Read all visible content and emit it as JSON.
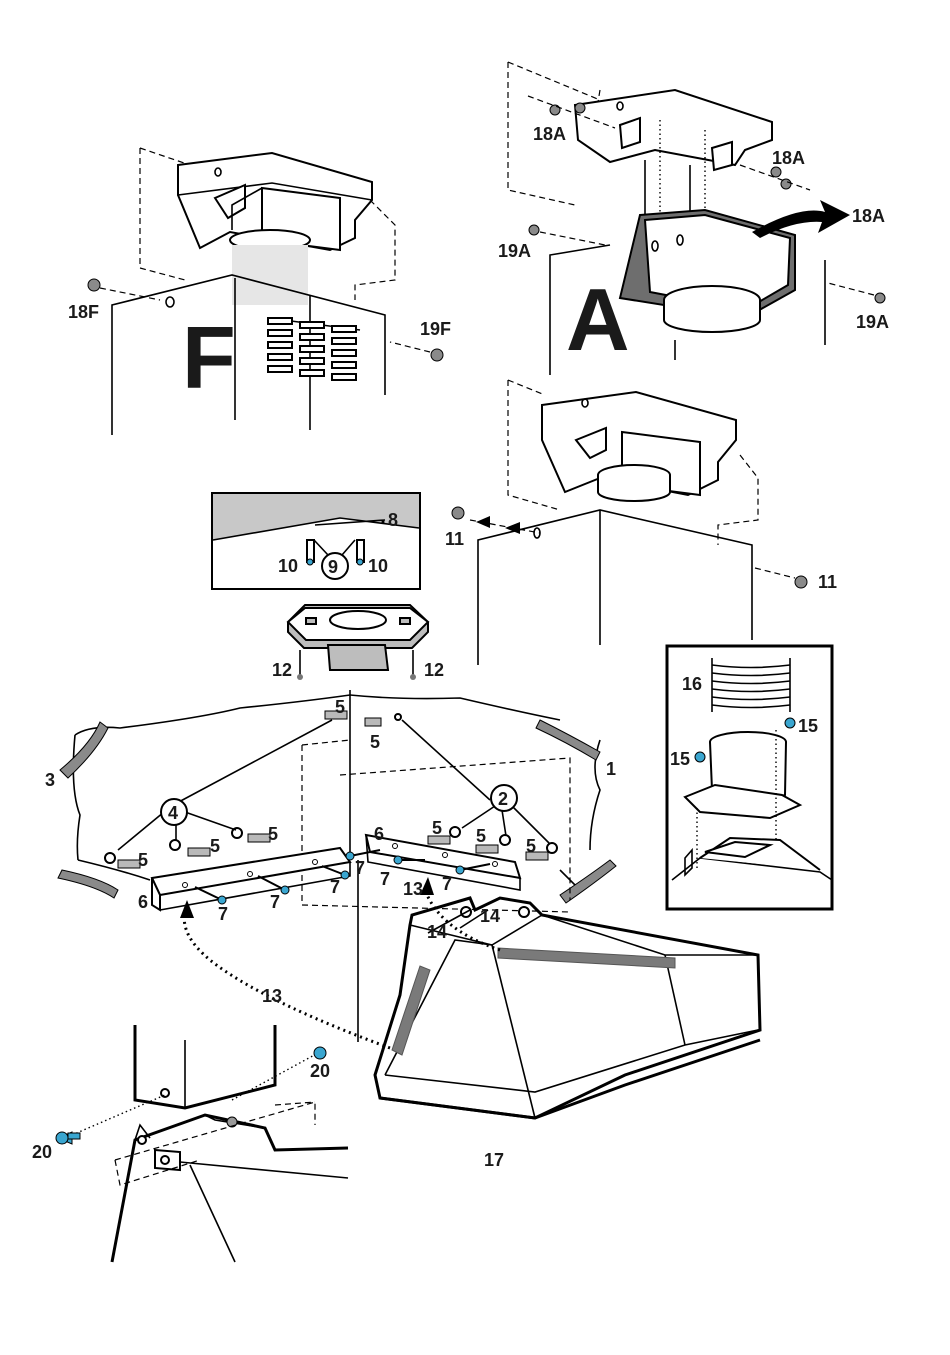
{
  "labels": {
    "F": "F",
    "A": "A",
    "n18F": "18F",
    "n19F": "19F",
    "n18A_top": "18A",
    "n18A_right": "18A",
    "n18A_arrow": "18A",
    "n19A_left": "19A",
    "n19A_right": "19A",
    "n8": "8",
    "n9": "9",
    "n10_left": "10",
    "n10_right": "10",
    "n11_left": "11",
    "n11_right": "11",
    "n12_left": "12",
    "n12_right": "12",
    "n16": "16",
    "n15_right": "15",
    "n15_left": "15",
    "n5_a": "5",
    "n5_b": "5",
    "n5_c": "5",
    "n5_d": "5",
    "n5_e": "5",
    "n5_f": "5",
    "n5_g": "5",
    "n1": "1",
    "n2": "2",
    "n3": "3",
    "n4": "4",
    "n6_left": "6",
    "n6_right": "6",
    "n7_a": "7",
    "n7_b": "7",
    "n7_c": "7",
    "n7_d": "7",
    "n7_e": "7",
    "n7_f": "7",
    "n13_upper": "13",
    "n13_lower": "13",
    "n14_left": "14",
    "n14_right": "14",
    "n20_left": "20",
    "n20_right": "20",
    "n17": "17"
  }
}
